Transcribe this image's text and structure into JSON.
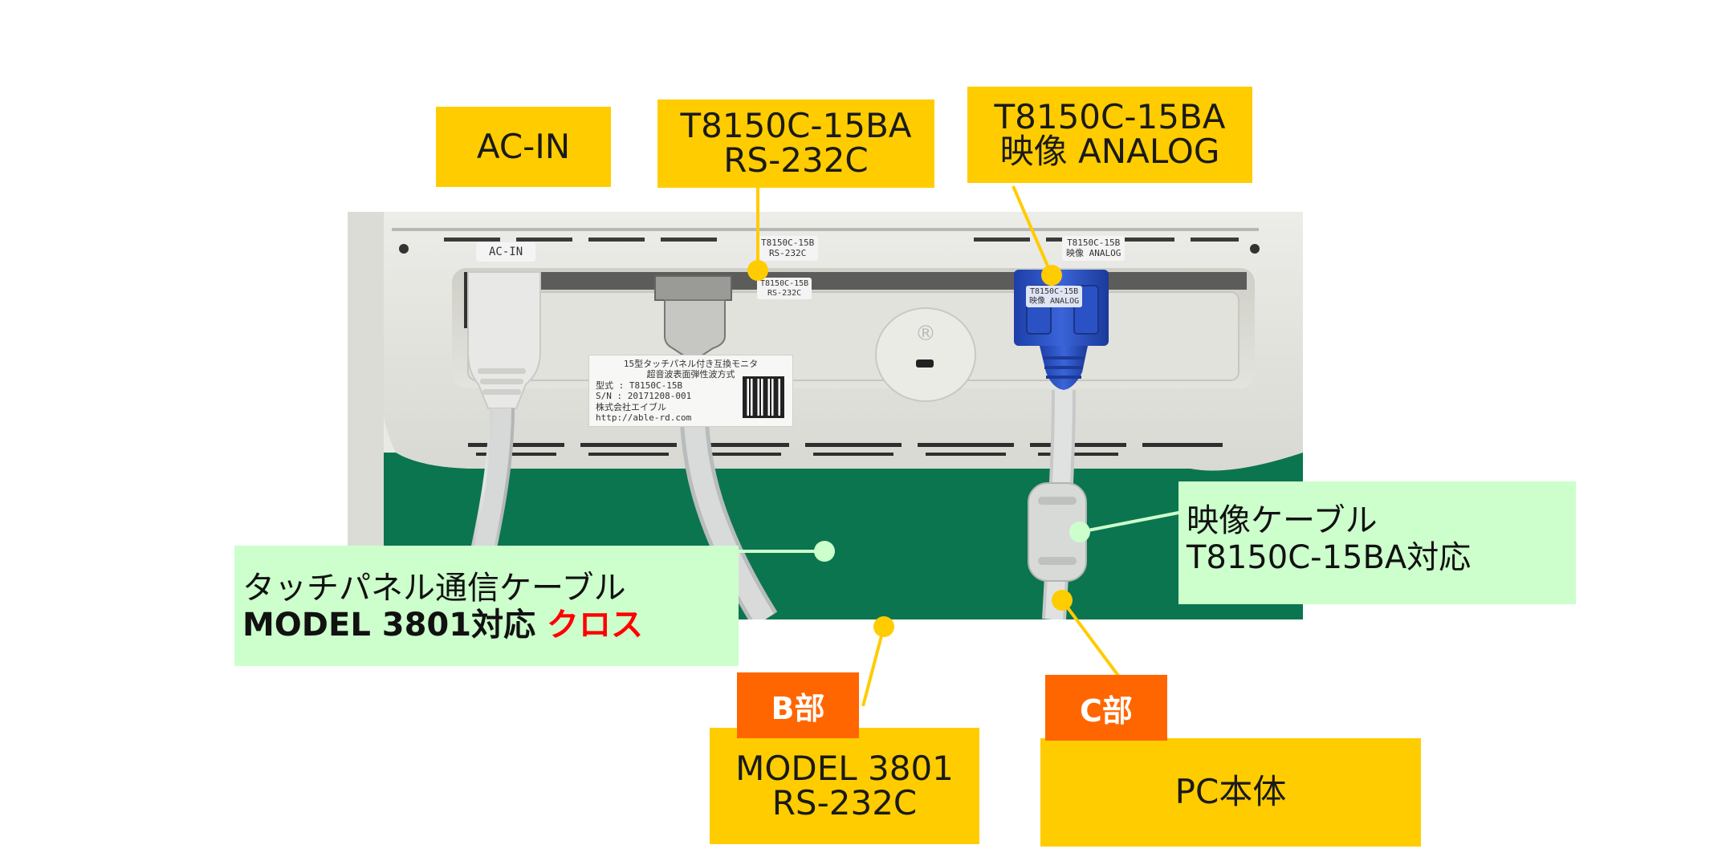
{
  "labels": {
    "ac_in": "AC-IN",
    "rs232_top": {
      "line1": "T8150C-15BA",
      "line2": "RS-232C"
    },
    "analog_top": {
      "line1": "T8150C-15BA",
      "line2": "映像 ANALOG"
    },
    "touch_cable": {
      "line1": "タッチパネル通信ケーブル",
      "line2_bold": "MODEL 3801対応",
      "line2_red": "クロス"
    },
    "video_cable": {
      "line1": "映像ケーブル",
      "line2": "T8150C-15BA対応"
    },
    "part_b": "B部",
    "part_c": "C部",
    "model3801": {
      "line1": "MODEL 3801",
      "line2": "RS-232C"
    },
    "pc": "PC本体"
  },
  "photo_text": {
    "ac_in": "AC-IN",
    "rs232_panel": {
      "line1": "T8150C-15B",
      "line2": "RS-232C"
    },
    "rs232_plug": {
      "line1": "T8150C-15B",
      "line2": "RS-232C"
    },
    "analog_panel": {
      "line1": "T8150C-15B",
      "line2": "映像 ANALOG"
    },
    "analog_plug": {
      "line1": "T8150C-15B",
      "line2": "映像 ANALOG"
    },
    "sticker": {
      "l1": "15型タッチパネル付き互換モニタ",
      "l2": "超音波表面弾性波方式",
      "l3": "型式 : T8150C-15B",
      "l4": "S/N : 20171208-001",
      "l5": "株式会社エイブル",
      "l6": "http://able-rd.com"
    }
  },
  "colors": {
    "yellow_label": "#ffcc00",
    "green_label": "#ccffcc",
    "orange_tag": "#ff6600",
    "emphasis_red": "#ff0000"
  }
}
